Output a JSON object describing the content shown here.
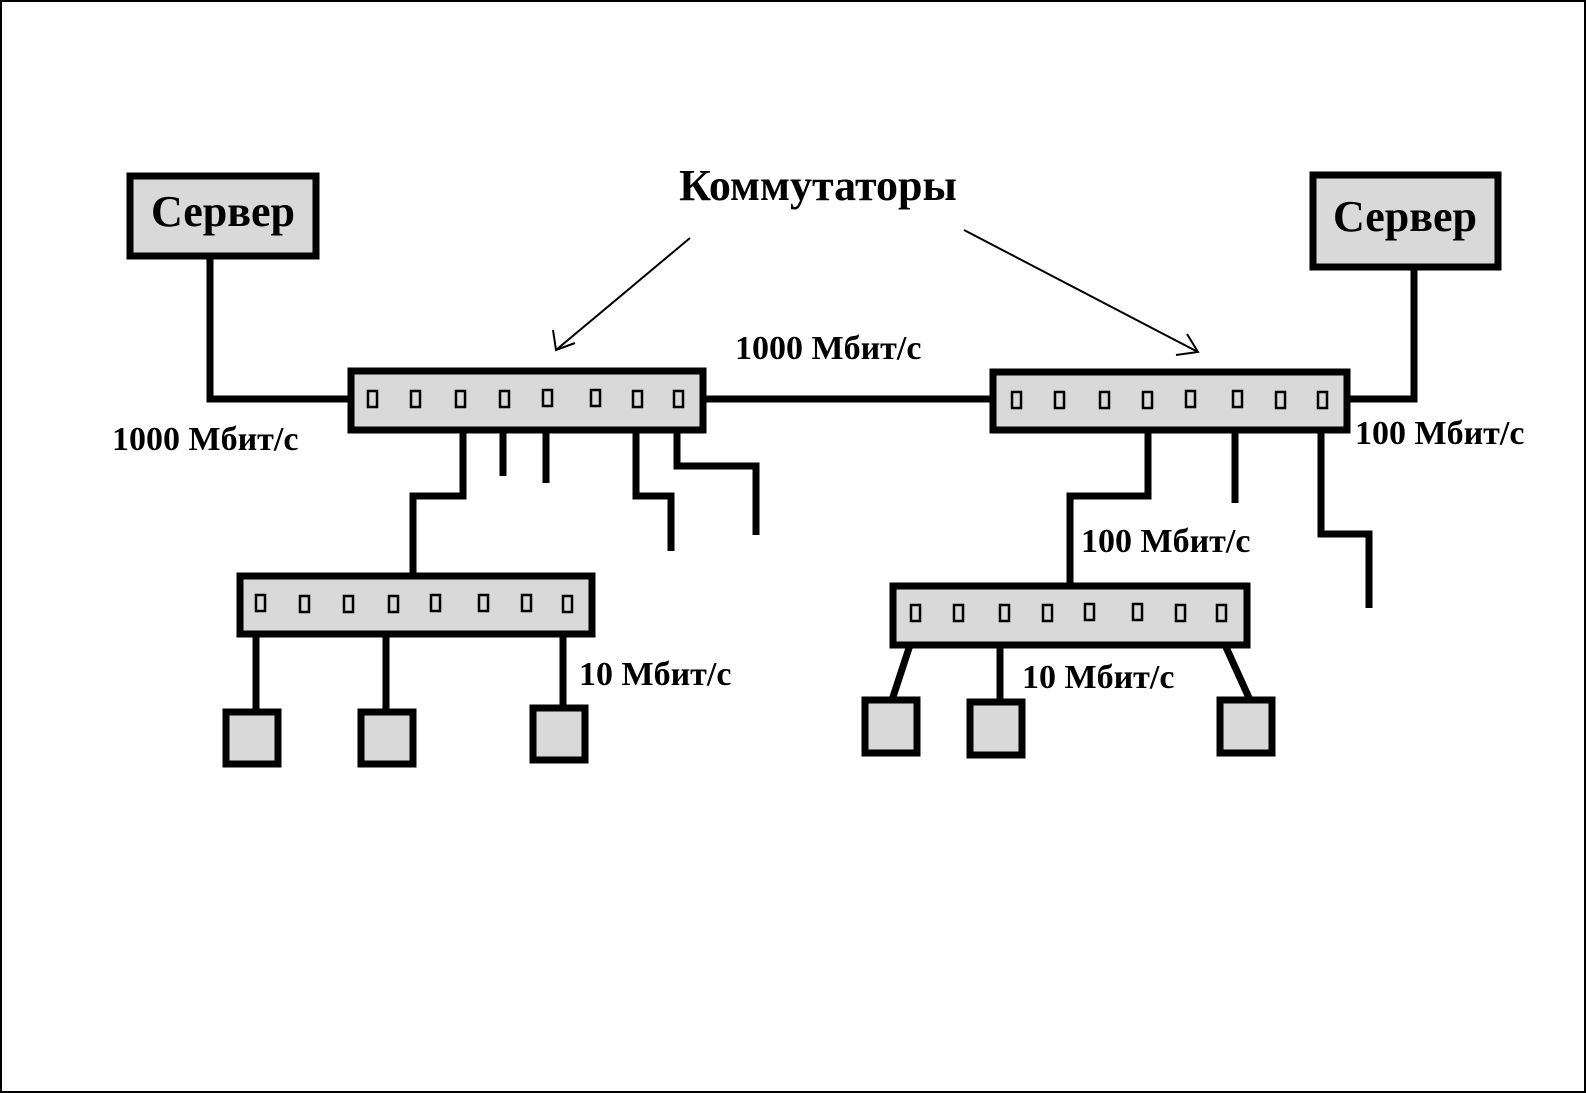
{
  "diagram": {
    "title": "Коммутаторы",
    "servers": {
      "left": "Сервер",
      "right": "Сервер"
    },
    "speeds": {
      "left_server_link": "1000 Мбит/с",
      "backbone_link": "1000 Мбит/с",
      "right_server_link": "100 Мбит/с",
      "right_uplink": "100 Мбит/с",
      "left_access": "10 Мбит/с",
      "right_access": "10 Мбит/с"
    },
    "colors": {
      "fill": "#d9d9d9",
      "stroke": "#000000",
      "background": "#ffffff"
    }
  }
}
